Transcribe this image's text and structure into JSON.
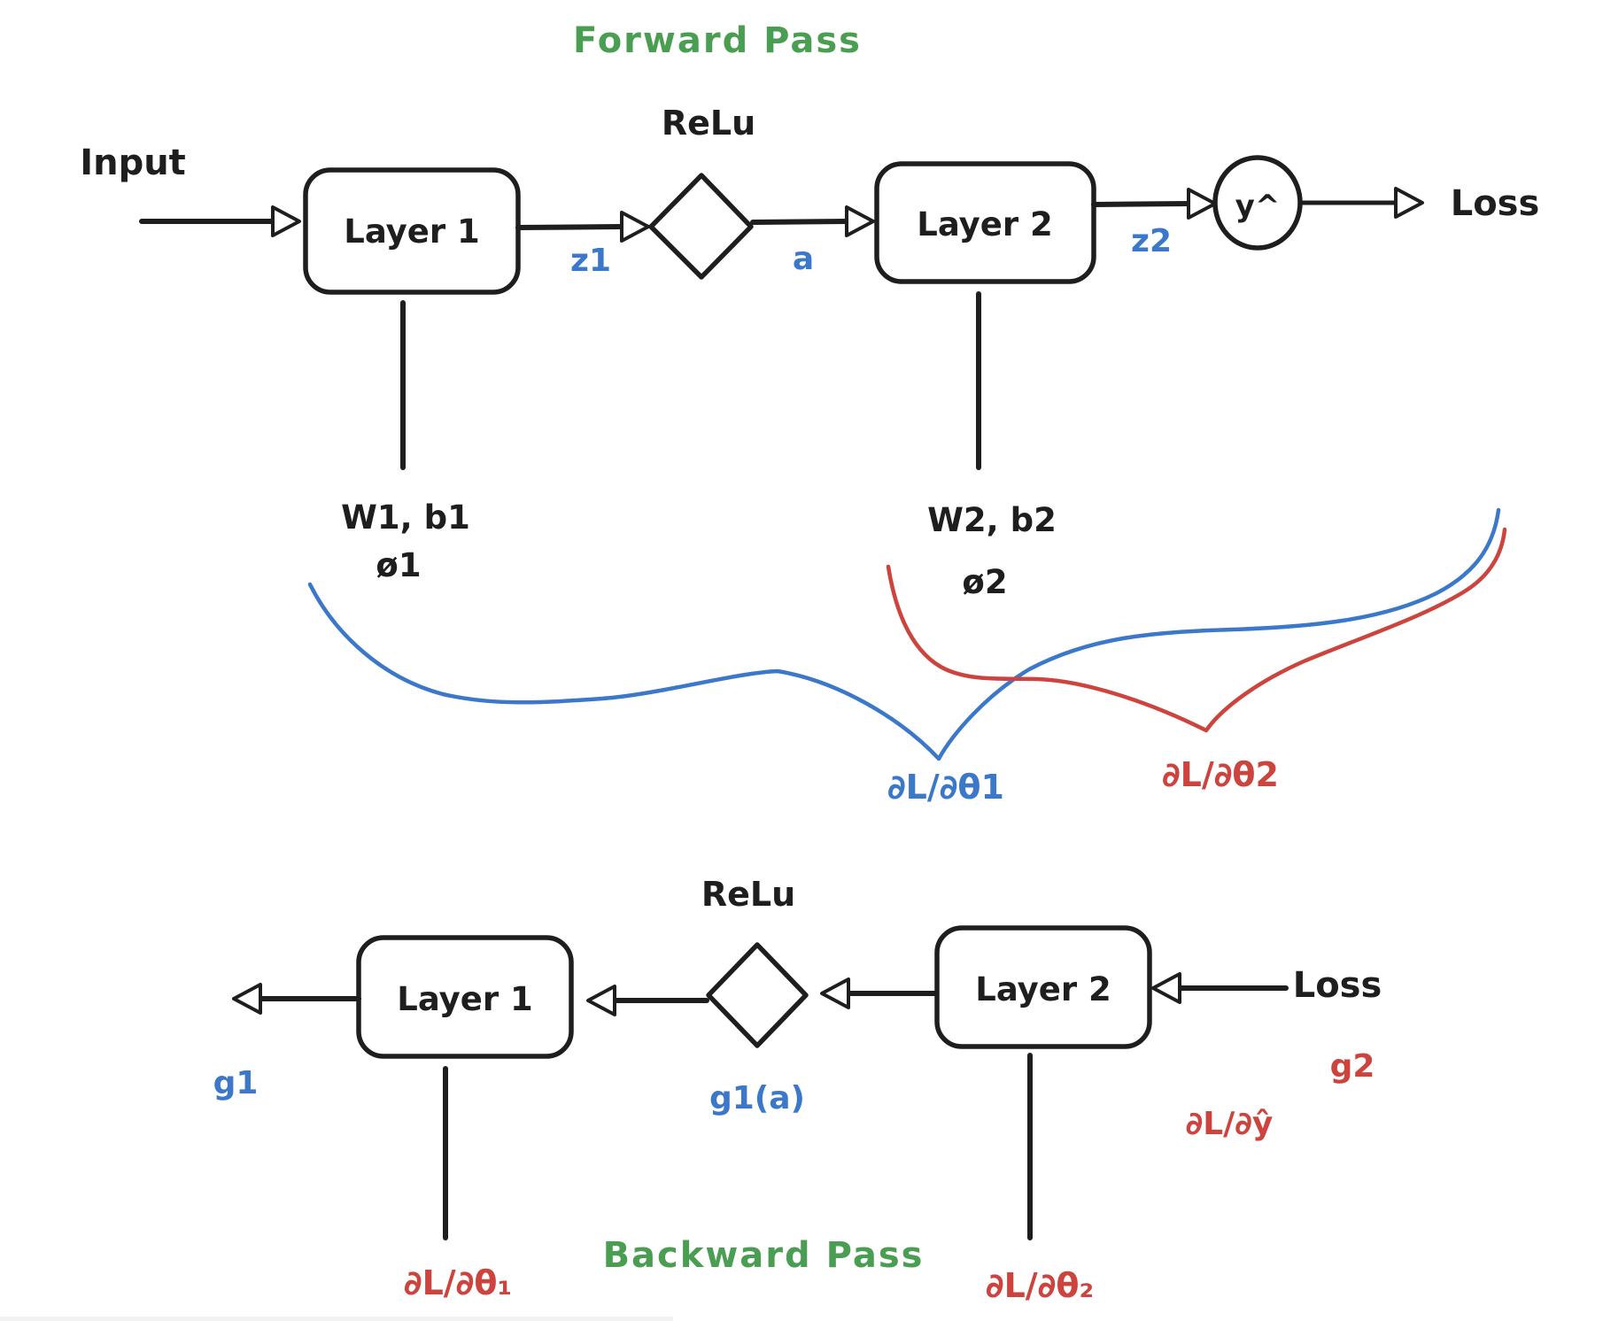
{
  "colors": {
    "ink": "#1e1e1e",
    "blue": "#3b78c9",
    "red": "#cc443d",
    "green": "#4a9e52",
    "background": "#ffffff"
  },
  "forward": {
    "title": "Forward Pass",
    "relu": "ReLu",
    "input": "Input",
    "layer1": "Layer 1",
    "layer2": "Layer 2",
    "z1": "z1",
    "a": "a",
    "z2": "z2",
    "yhat": "y^",
    "loss": "Loss",
    "params1_line1": "W1, b1",
    "params1_line2": "ø1",
    "params2_line1": "W2, b2",
    "params2_line2": "ø2"
  },
  "gradients": {
    "dl_dtheta1": "∂L/∂θ1",
    "dl_dtheta2": "∂L/∂θ2"
  },
  "backward": {
    "title": "Backward Pass",
    "relu": "ReLu",
    "layer1": "Layer 1",
    "layer2": "Layer 2",
    "loss": "Loss",
    "g1": "g1",
    "g1a": "g1(a)",
    "g2": "g2",
    "dl_dyhat": "∂L/∂ŷ",
    "dl_dtheta1_sub": "∂L/∂θ₁",
    "dl_dtheta2_sub": "∂L/∂θ₂"
  }
}
